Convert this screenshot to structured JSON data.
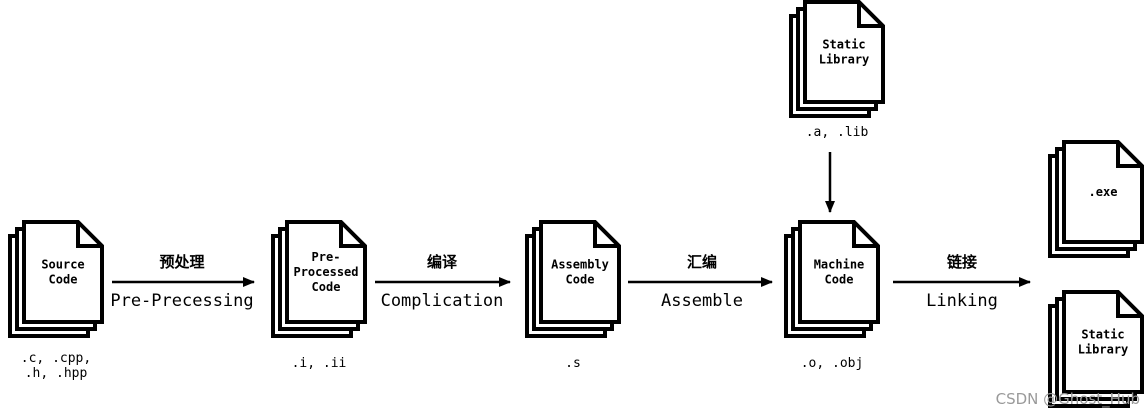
{
  "documents": [
    {
      "id": "source",
      "lines": [
        "Source",
        "Code"
      ],
      "ext": [
        ".c, .cpp,",
        ".h, .hpp"
      ]
    },
    {
      "id": "preprocessed",
      "lines": [
        "Pre-",
        "Processed",
        "Code"
      ],
      "ext": [
        ".i, .ii"
      ]
    },
    {
      "id": "assembly",
      "lines": [
        "Assembly",
        "Code"
      ],
      "ext": [
        ".s"
      ]
    },
    {
      "id": "machine",
      "lines": [
        "Machine",
        "Code"
      ],
      "ext": [
        ".o, .obj"
      ]
    },
    {
      "id": "static-library-in",
      "lines": [
        "Static",
        "Library"
      ],
      "ext": [
        ".a, .lib"
      ]
    },
    {
      "id": "exe",
      "lines": [
        ".exe"
      ],
      "ext": []
    },
    {
      "id": "static-library-out",
      "lines": [
        "Static",
        "Library"
      ],
      "ext": []
    }
  ],
  "steps": [
    {
      "cn": "预处理",
      "en": "Pre-Precessing"
    },
    {
      "cn": "编译",
      "en": "Complication"
    },
    {
      "cn": "汇编",
      "en": "Assemble"
    },
    {
      "cn": "链接",
      "en": "Linking"
    }
  ],
  "watermark": "CSDN @Ghost_Hub"
}
